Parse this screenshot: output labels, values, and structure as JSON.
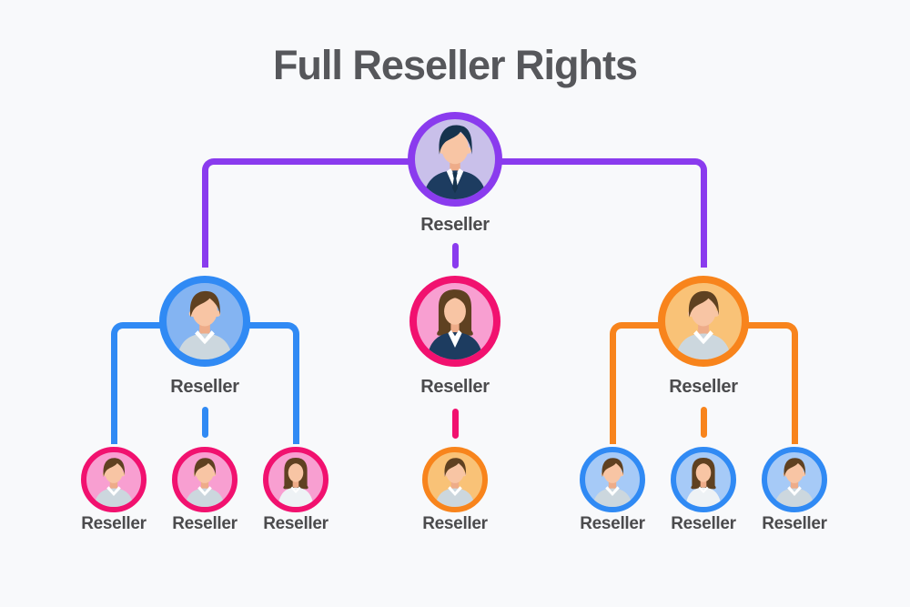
{
  "title": "Full Reseller Rights",
  "colors": {
    "bg": "#f8f9fb",
    "title": "#56575b",
    "label": "#4b4b4d",
    "purple": "#8a3bee",
    "purpleInner": "#c9c0ea",
    "blue": "#308af4",
    "blueInner": "#84b4f2",
    "blueInnerSm": "#a6caf7",
    "pink": "#f1116f",
    "pinkInner": "#f89fd1",
    "orange": "#f8841c",
    "orangeInner": "#f9c277",
    "skin": "#f8c5a4",
    "skinShadow": "#eeac89",
    "hairBrown": "#5f4121",
    "hairNavy": "#16334d",
    "suit": "#1d3c60",
    "shirt": "#ccd7de",
    "shirtLight": "#eef2f5",
    "collar": "#ffffff"
  },
  "nodes": {
    "root": {
      "label": "Reseller",
      "avatar": "male-suit"
    },
    "level2": [
      {
        "label": "Reseller",
        "avatar": "male-shirt"
      },
      {
        "label": "Reseller",
        "avatar": "female-suit"
      },
      {
        "label": "Reseller",
        "avatar": "male-shirt"
      }
    ],
    "level3": {
      "left": [
        {
          "label": "Reseller",
          "avatar": "male-shirt"
        },
        {
          "label": "Reseller",
          "avatar": "male-shirt"
        },
        {
          "label": "Reseller",
          "avatar": "female-shirt"
        }
      ],
      "center": [
        {
          "label": "Reseller",
          "avatar": "male-shirt"
        }
      ],
      "right": [
        {
          "label": "Reseller",
          "avatar": "male-shirt"
        },
        {
          "label": "Reseller",
          "avatar": "female-shirt"
        },
        {
          "label": "Reseller",
          "avatar": "male-shirt"
        }
      ]
    }
  }
}
